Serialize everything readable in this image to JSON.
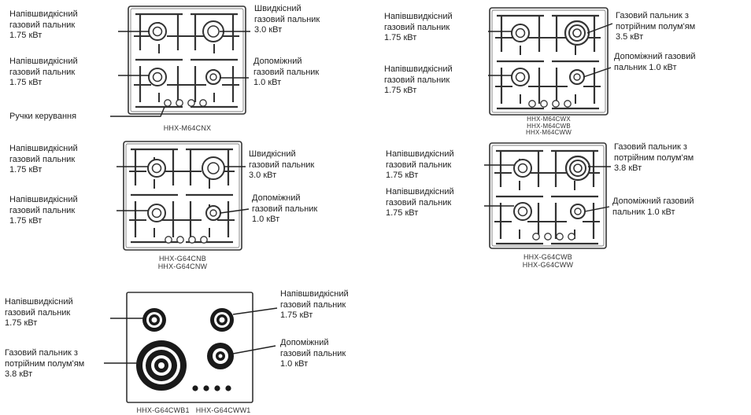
{
  "diagrams": [
    {
      "model": "HHX-M64CNX",
      "labels": {
        "top_left": "Напівшвидкісний\nгазовий пальник\n1.75 кВт",
        "bottom_left": "Напівшвидкісний\nгазовий пальник\n1.75 кВт",
        "top_right": "Швидкісний\nгазовий пальник\n3.0 кВт",
        "bottom_right": "Допоміжний\nгазовий пальник\n1.0 кВт",
        "controls": "Ручки керування"
      }
    },
    {
      "model": "HHX-M64CWX\nHHX-M64CWB\nHHX-M64CWW",
      "labels": {
        "top_left": "Напівшвидкісний\nгазовий пальник\n1.75 кВт",
        "bottom_left": "Напівшвидкісний\nгазовий пальник\n1.75 кВт",
        "top_right": "Газовий пальник з\nпотрійним полум'ям\n3.5 кВт",
        "bottom_right": "Допоміжний газовий\nпальник 1.0 кВт"
      }
    },
    {
      "model": "HHX-G64CNB\nHHX-G64CNW",
      "labels": {
        "top_left": "Напівшвидкісний\nгазовий пальник\n1.75 кВт",
        "bottom_left": "Напівшвидкісний\nгазовий пальник\n1.75 кВт",
        "top_right": "Швидкісний\nгазовий пальник\n3.0 кВт",
        "bottom_right": "Допоміжний\nгазовий пальник\n1.0 кВт"
      }
    },
    {
      "model": "HHX-G64CWB\nHHX-G64CWW",
      "labels": {
        "top_left": "Напівшвидкісний\nгазовий пальник\n1.75 кВт",
        "bottom_left": "Напівшвидкісний\nгазовий пальник\n1.75 кВт",
        "top_right": "Газовий пальник з\nпотрійним полум'ям\n3.8 кВт",
        "bottom_right": "Допоміжний газовий\nпальник 1.0 кВт"
      }
    },
    {
      "model": "HHX-G64CWB1   HHX-G64CWW1",
      "labels": {
        "top_left": "Напівшвидкісний\nгазовий пальник\n1.75 кВт",
        "bottom_left": "Газовий пальник з\nпотрійним полум'ям\n3.8 кВт",
        "top_right": "Напівшвидкісний\nгазовий пальник\n1.75 кВт",
        "bottom_right": "Допоміжний\nгазовий пальник\n1.0 кВт"
      }
    }
  ]
}
